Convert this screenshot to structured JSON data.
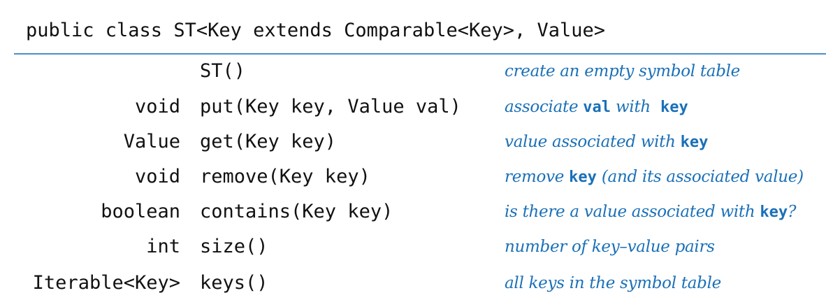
{
  "header": {
    "title": "public class ST<Key extends Comparable<Key>, Value>"
  },
  "colors": {
    "accent": "#1a70b8",
    "rule": "#4a90c8",
    "text": "#111111"
  },
  "rows": [
    {
      "ret": "",
      "sig": "ST()",
      "desc": {
        "pre": "create an empty symbol table",
        "code": "",
        "post": ""
      }
    },
    {
      "ret": "void",
      "sig": "put(Key key, Value val)",
      "desc": {
        "pre": "associate ",
        "code": "val",
        "post": " with  ",
        "code2": "key"
      }
    },
    {
      "ret": "Value",
      "sig": "get(Key key)",
      "desc": {
        "pre": "value associated with ",
        "code": "key",
        "post": ""
      }
    },
    {
      "ret": "void",
      "sig": "remove(Key key)",
      "desc": {
        "pre": "remove ",
        "code": "key",
        "post": " (and its associated value)"
      }
    },
    {
      "ret": "boolean",
      "sig": "contains(Key key)",
      "desc": {
        "pre": "is there a value associated with ",
        "code": "key",
        "post": "?"
      }
    },
    {
      "ret": "int",
      "sig": "size()",
      "desc": {
        "pre": "number of key–value pairs",
        "code": "",
        "post": ""
      }
    },
    {
      "ret": "Iterable<Key>",
      "sig": "keys()",
      "desc": {
        "pre": "all keys in the symbol table",
        "code": "",
        "post": ""
      }
    }
  ]
}
